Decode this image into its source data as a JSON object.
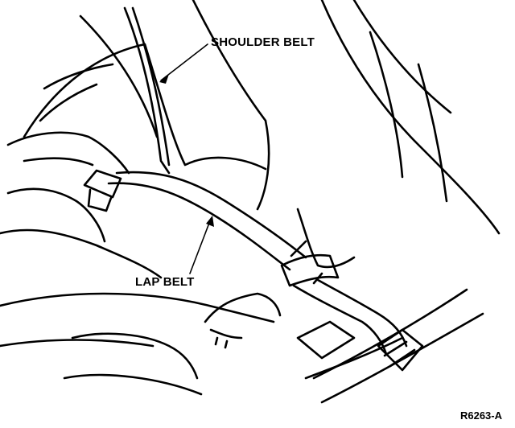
{
  "labels": {
    "shoulder_belt": "SHOULDER BELT",
    "lap_belt": "LAP BELT"
  },
  "figure_code": "R6263-A",
  "colors": {
    "ink": "#000000",
    "paper": "#ffffff"
  }
}
